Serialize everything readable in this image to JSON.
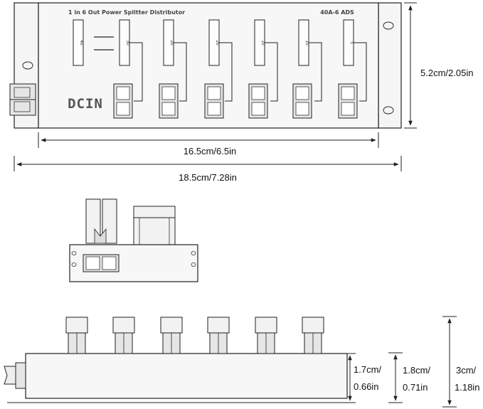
{
  "top_view": {
    "panel_title": "1 in 6 Out Power Splitter Distributor",
    "model": "40A-6 ADS",
    "input_label": "DCIN",
    "fuses": [
      "40",
      "30",
      "20",
      "20",
      "10",
      "10",
      "5"
    ]
  },
  "dimensions": {
    "inner_length": "16.5cm/6.5in",
    "total_length": "18.5cm/7.28in",
    "width": "5.2cm/2.05in",
    "body_height_cm": "1.7cm/",
    "body_height_in": "0.66in",
    "mid_height_cm": "1.8cm/",
    "mid_height_in": "0.71in",
    "total_height_cm": "3cm/",
    "total_height_in": "1.18in"
  },
  "colors": {
    "line": "#222222",
    "panel_fill": "#f7f7f7",
    "connector_fill": "#e6e6e6"
  }
}
